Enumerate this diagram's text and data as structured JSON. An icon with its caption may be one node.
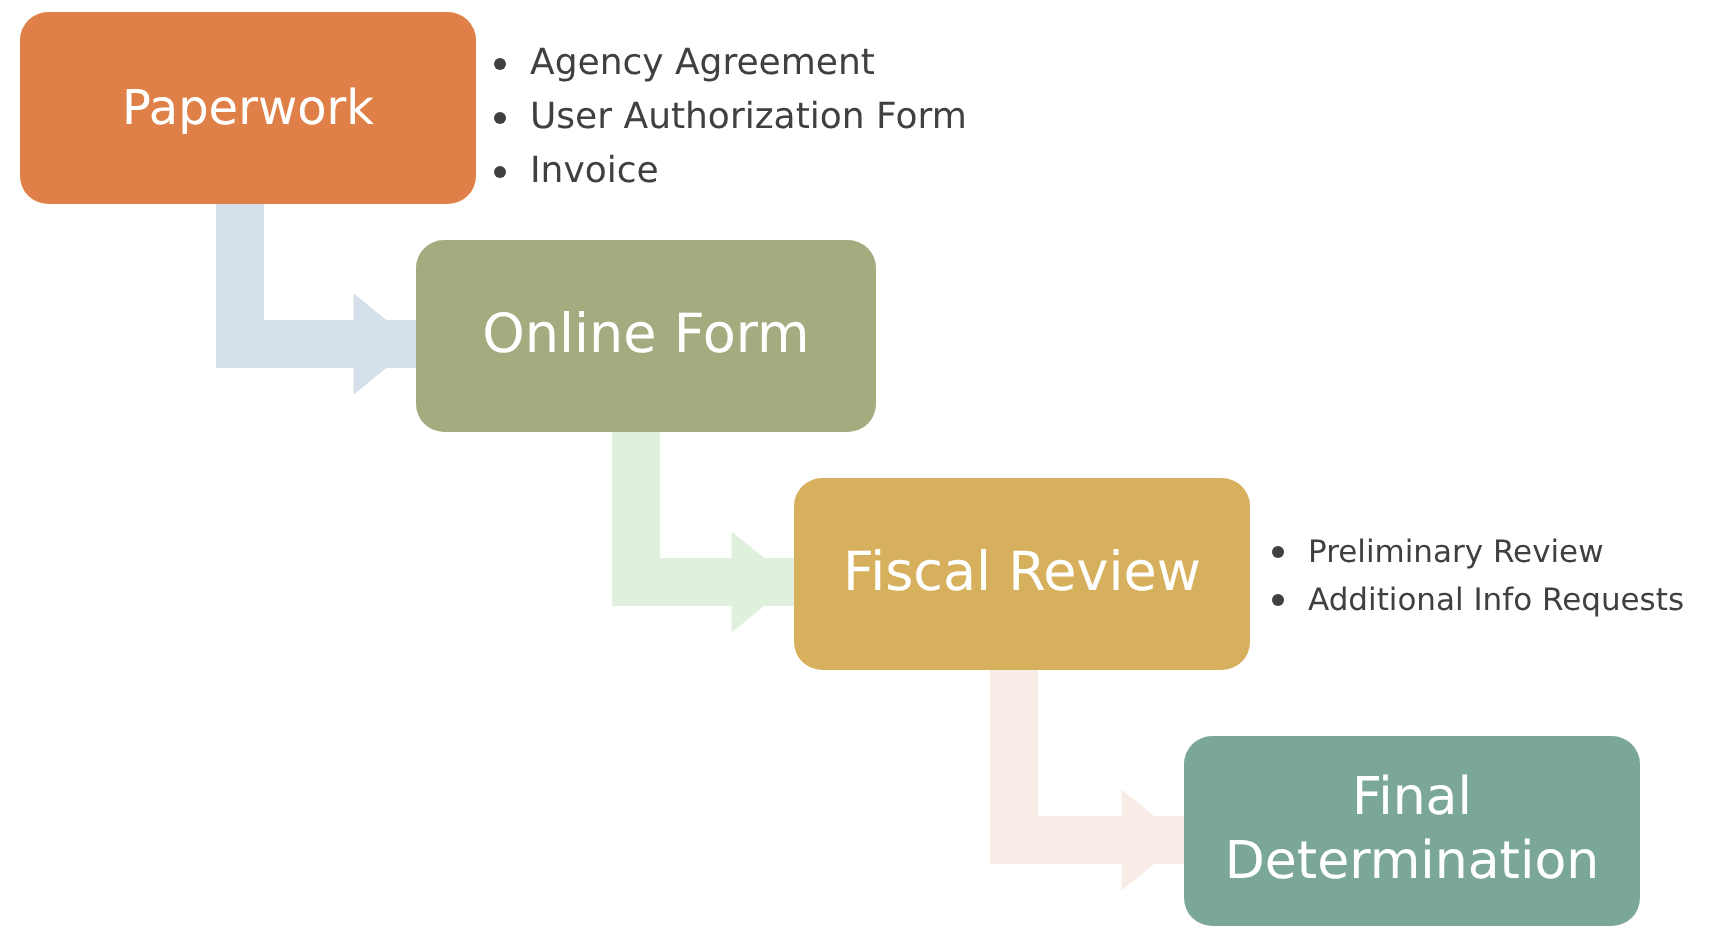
{
  "diagram": {
    "nodes": [
      {
        "text": [
          "Paperwork"
        ],
        "beside": [
          "Agency Agreement",
          "User Authorization Form",
          "Invoice"
        ]
      },
      {
        "text": [
          "Online Form"
        ]
      },
      {
        "text": [
          "Fiscal Review"
        ],
        "beside": [
          "Preliminary Review",
          "Additional Info Requests"
        ]
      },
      {
        "text": [
          "Final Determination"
        ]
      }
    ],
    "edges": [
      {
        "from": 0,
        "to": 1,
        "arrow": "to",
        "color": "#d5dfea"
      },
      {
        "from": 1,
        "to": 2,
        "arrow": "to",
        "color": "#dff0dc"
      },
      {
        "from": 2,
        "to": 3,
        "arrow": "to",
        "color": "#f8ece7"
      }
    ]
  }
}
